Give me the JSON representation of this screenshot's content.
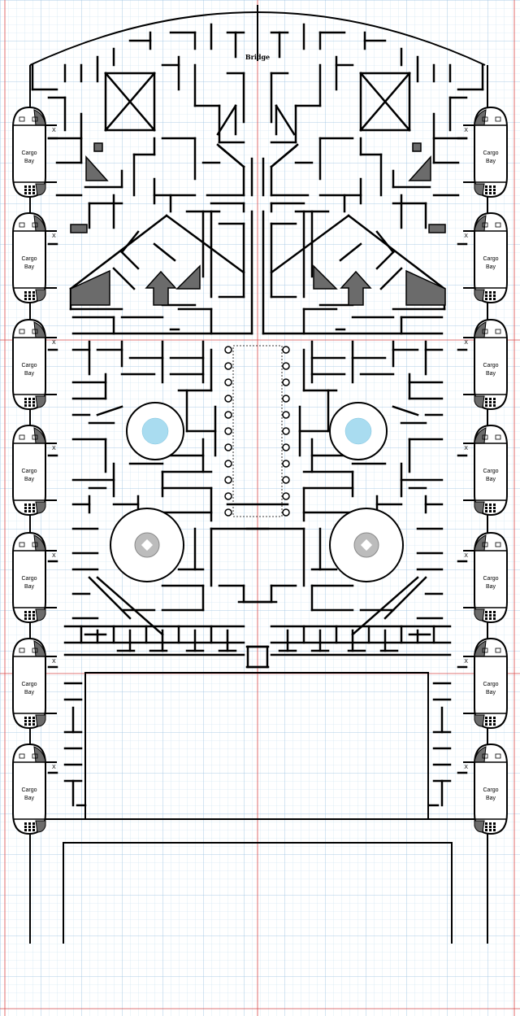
{
  "map": {
    "bridge_label": "Bridge",
    "cargo_bays": [
      {
        "side": "left",
        "label_line1": "Cargo",
        "label_line2": "Bay"
      },
      {
        "side": "left",
        "label_line1": "Cargo",
        "label_line2": "Bay"
      },
      {
        "side": "left",
        "label_line1": "Cargo",
        "label_line2": "Bay"
      },
      {
        "side": "left",
        "label_line1": "Cargo",
        "label_line2": "Bay"
      },
      {
        "side": "left",
        "label_line1": "Cargo",
        "label_line2": "Bay"
      },
      {
        "side": "left",
        "label_line1": "Cargo",
        "label_line2": "Bay"
      },
      {
        "side": "left",
        "label_line1": "Cargo",
        "label_line2": "Bay"
      },
      {
        "side": "right",
        "label_line1": "Cargo",
        "label_line2": "Bay"
      },
      {
        "side": "right",
        "label_line1": "Cargo",
        "label_line2": "Bay"
      },
      {
        "side": "right",
        "label_line1": "Cargo",
        "label_line2": "Bay"
      },
      {
        "side": "right",
        "label_line1": "Cargo",
        "label_line2": "Bay"
      },
      {
        "side": "right",
        "label_line1": "Cargo",
        "label_line2": "Bay"
      },
      {
        "side": "right",
        "label_line1": "Cargo",
        "label_line2": "Bay"
      },
      {
        "side": "right",
        "label_line1": "Cargo",
        "label_line2": "Bay"
      }
    ],
    "colors": {
      "grid_minor": "#c8dff0",
      "grid_major": "#9ec3e2",
      "guide_line": "#d94a4a",
      "wall": "#000000",
      "dark_fill": "#6b6b6b",
      "pool_fill": "#a9dcf0",
      "elevator_fill": "#bcbcbc"
    },
    "icons": [
      "grid-paper-background",
      "column-pillar-icon",
      "elevator-icon",
      "pool-icon",
      "ramp-triangle-icon",
      "arrow-shape-icon"
    ]
  }
}
